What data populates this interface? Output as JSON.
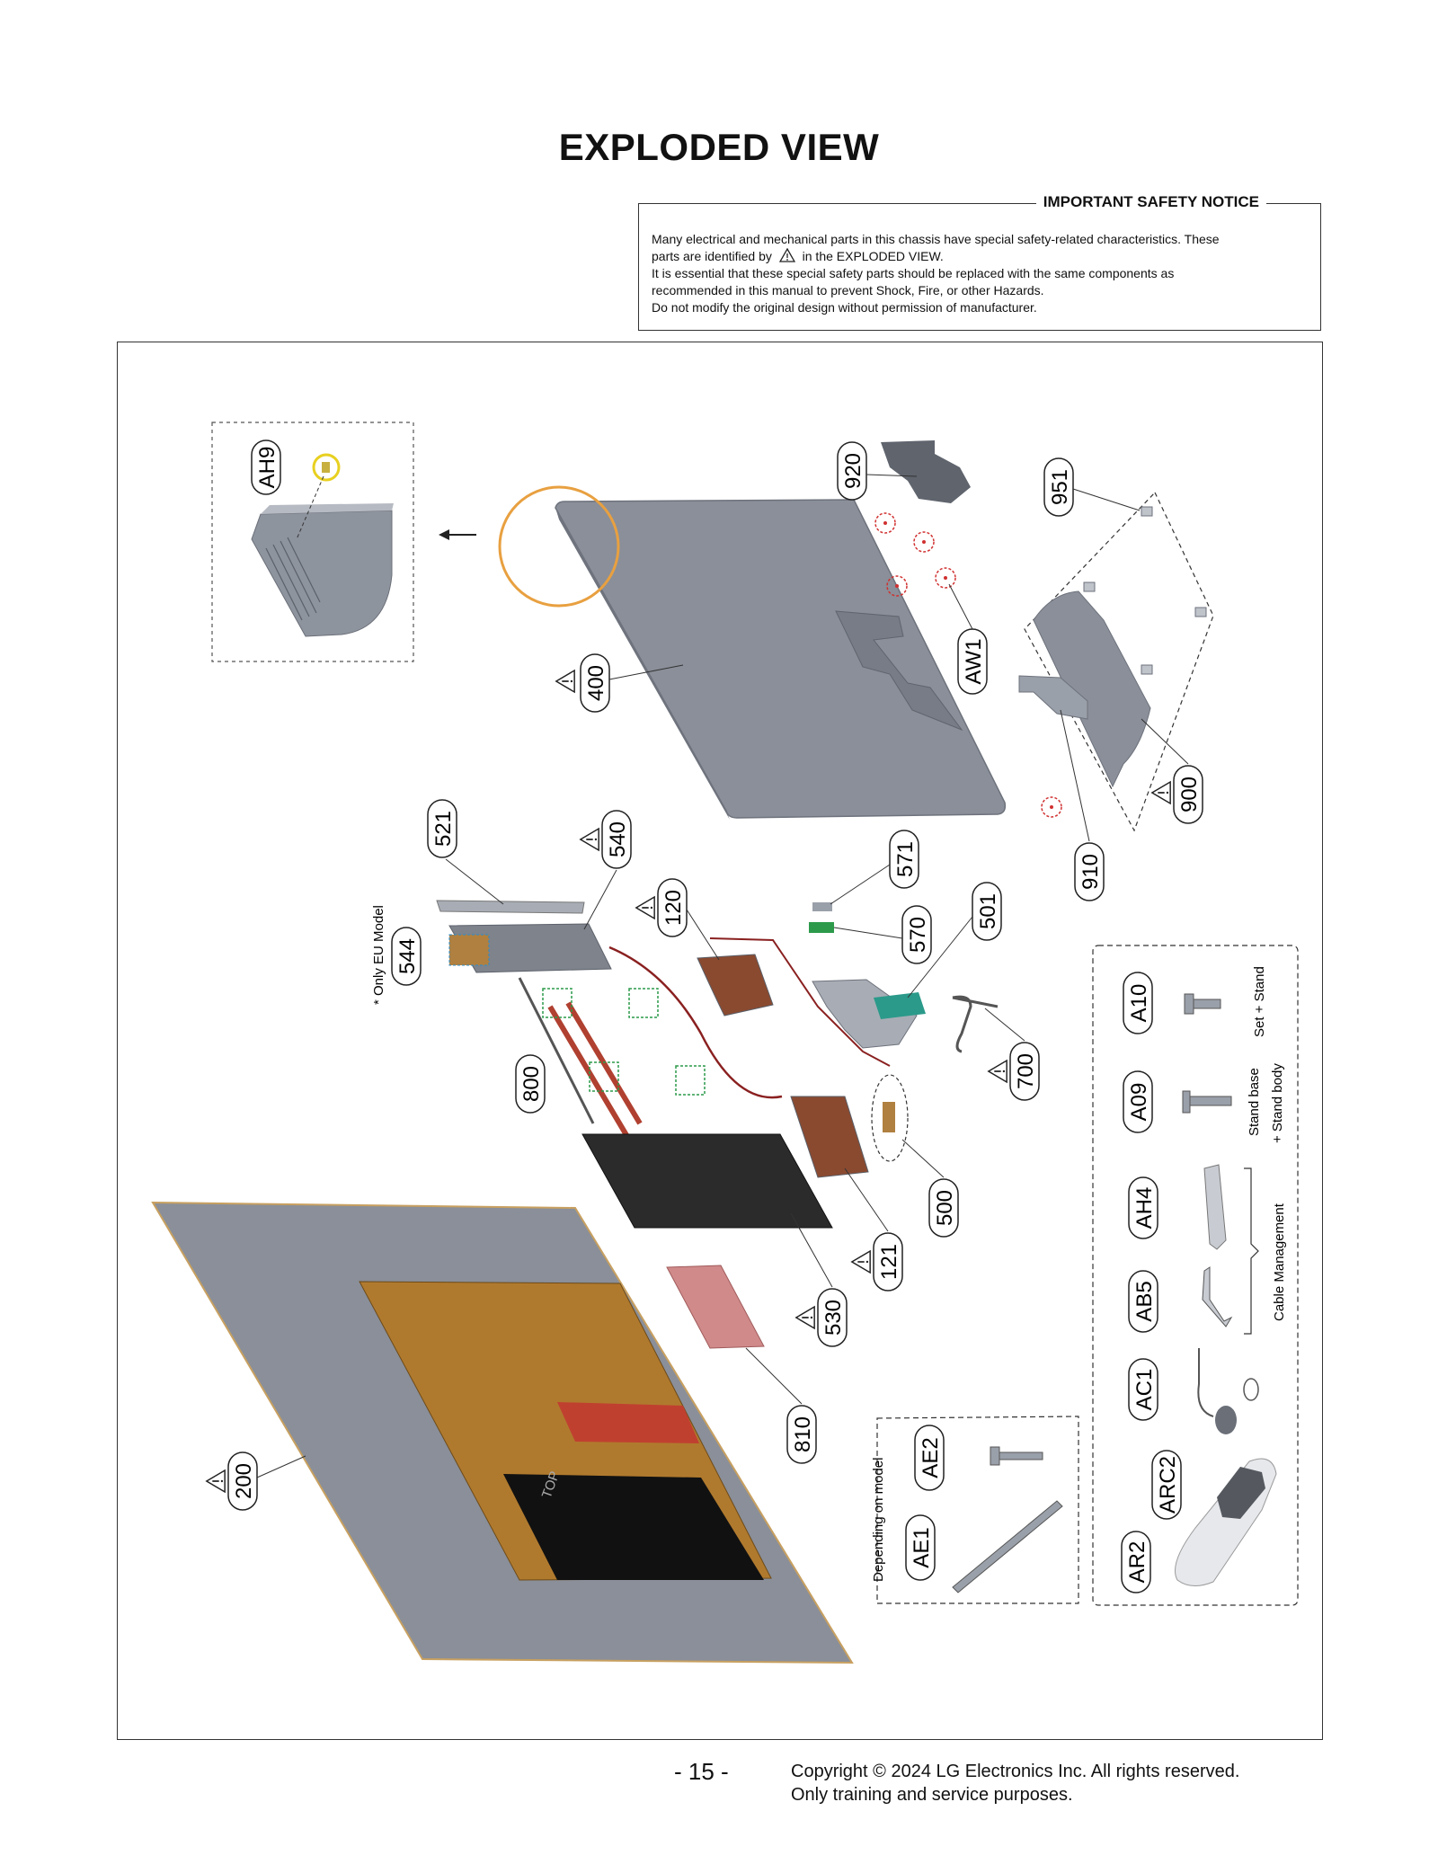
{
  "title": "EXPLODED VIEW",
  "notice": {
    "heading": "IMPORTANT SAFETY NOTICE",
    "line1": "Many electrical and mechanical parts in this chassis have special safety-related characteristics. These",
    "line2_pre": "parts are identified by",
    "line2_post": "in the EXPLODED VIEW.",
    "line3": "It is essential that these special safety parts should be replaced with the same components as",
    "line4": "recommended in this manual to prevent Shock, Fire, or other Hazards.",
    "line5": "Do not modify the original design without permission of manufacturer."
  },
  "parts": {
    "ah9": "AH9",
    "p920": "920",
    "p951": "951",
    "p400": "400",
    "aw1": "AW1",
    "p900": "900",
    "p910": "910",
    "p521": "521",
    "p540": "540",
    "p120": "120",
    "p571": "571",
    "p570": "570",
    "p501": "501",
    "p544": "544",
    "p800": "800",
    "p700": "700",
    "p500": "500",
    "p121": "121",
    "p530": "530",
    "p810": "810",
    "p200": "200",
    "ae2": "AE2",
    "ae1": "AE1",
    "a10": "A10",
    "a09": "A09",
    "ah4": "AH4",
    "ab5": "AB5",
    "ac1": "AC1",
    "arc2": "ARC2",
    "ar2": "AR2"
  },
  "notes": {
    "eu_model": "* Only EU Model",
    "depending": "Depending on model",
    "set_stand": "Set + Stand",
    "stand_base": "Stand base",
    "stand_body": "+ Stand body",
    "cable_mgmt": "Cable Management",
    "top_mark": "TOP"
  },
  "footer": {
    "page": "- 15 -",
    "copyright1": "Copyright © 2024 LG Electronics Inc. All rights reserved.",
    "copyright2": "Only training and service purposes."
  },
  "colors": {
    "chassis": "#8a8f99",
    "back_cover_edge": "#c8a060",
    "board_copper": "#b07a2e",
    "pcb_dark": "#2b2b2b",
    "highlight_orange": "#e8a040",
    "highlight_yellow": "#e8d020",
    "screw_red": "#d03030",
    "heat_red": "#b04030"
  }
}
